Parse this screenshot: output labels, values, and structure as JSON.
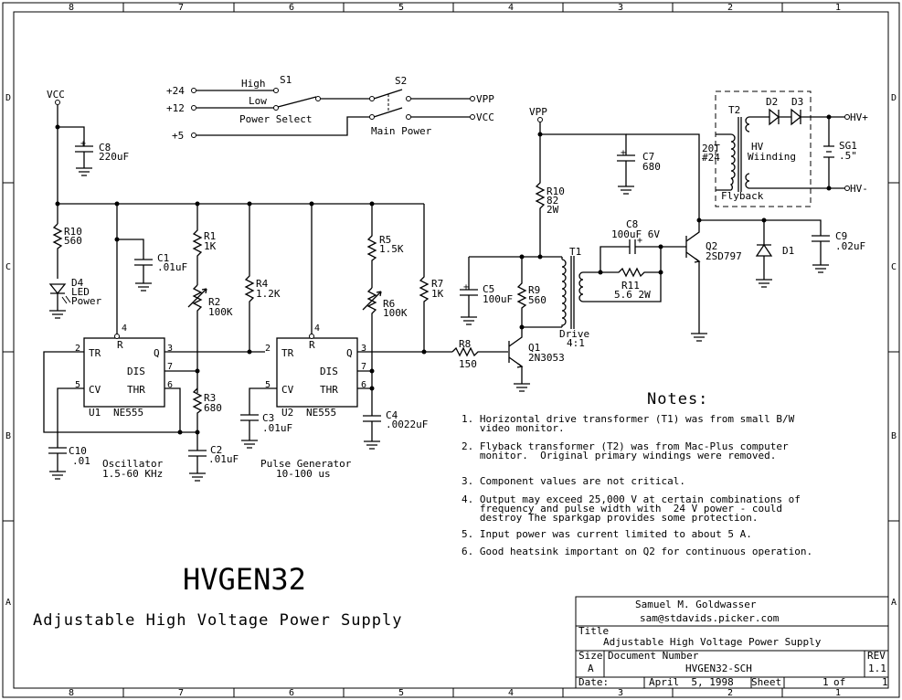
{
  "border": {
    "columns": [
      "8",
      "7",
      "6",
      "5",
      "4",
      "3",
      "2",
      "1"
    ],
    "rows": [
      "D",
      "C",
      "B",
      "A"
    ]
  },
  "nets": {
    "vcc": "VCC",
    "vpp": "VPP",
    "vpp_out": "VPP",
    "vcc_out": "VCC",
    "hv_plus": "HV+",
    "hv_minus": "HV-"
  },
  "switches": {
    "s1": "S1",
    "s2": "S2",
    "high": "High",
    "low": "Low",
    "v24": "+24",
    "v12": "+12",
    "v5": "+5",
    "power_select": "Power Select",
    "main_power": "Main Power"
  },
  "components": {
    "c8": "C8",
    "c8v": "220uF",
    "r10a": "R10",
    "r10av": "560",
    "d4": "D4",
    "d4v1": "LED",
    "d4v2": "Power",
    "c1": "C1",
    "c1v": ".01uF",
    "r1": "R1",
    "r1v": "1K",
    "r2": "R2",
    "r2v": "100K",
    "r3": "R3",
    "r3v": "680",
    "c2": "C2",
    "c2v": ".01uF",
    "c10": "C10",
    "c10v": ".01",
    "r4": "R4",
    "r4v": "1.2K",
    "c3": "C3",
    "c3v": ".01uF",
    "r5": "R5",
    "r5v": "1.5K",
    "r6": "R6",
    "r6v": "100K",
    "c4": "C4",
    "c4v": ".0022uF",
    "r7": "R7",
    "r7v": "1K",
    "r8": "R8",
    "r8v": "150",
    "q1": "Q1",
    "q1v": "2N3053",
    "c5": "C5",
    "c5v": "100uF",
    "r9": "R9",
    "r9v": "560",
    "r10b": "R10",
    "r10bv1": "82",
    "r10bv2": "2W",
    "c7": "C7",
    "c7v": "680",
    "t1": "T1",
    "t1v1": "Drive",
    "t1v2": "4:1",
    "c6": "C8",
    "c6v": "100uF 6V",
    "r11": "R11",
    "r11v": "5.6 2W",
    "q2": "Q2",
    "q2v": "2SD797",
    "d1": "D1",
    "c9": "C9",
    "c9v": ".02uF",
    "t2": "T2",
    "t2v1": "20T",
    "t2v2": "#24",
    "t2v3": "HV",
    "t2v4": "Wiinding",
    "t2v5": "Flyback",
    "d2": "D2",
    "d3": "D3",
    "sg1": "SG1",
    "sg1v": ".5\""
  },
  "ic1": {
    "ref": "U1",
    "part": "NE555",
    "tr": "TR",
    "r": "R",
    "q": "Q",
    "dis": "DIS",
    "cv": "CV",
    "thr": "THR",
    "p2": "2",
    "p3": "3",
    "p4": "4",
    "p5": "5",
    "p6": "6",
    "p7": "7",
    "name": "Oscillator",
    "range": "1.5-60 KHz"
  },
  "ic2": {
    "ref": "U2",
    "part": "NE555",
    "tr": "TR",
    "r": "R",
    "q": "Q",
    "dis": "DIS",
    "cv": "CV",
    "thr": "THR",
    "p2": "2",
    "p3": "3",
    "p4": "4",
    "p5": "5",
    "p6": "6",
    "p7": "7",
    "name": "Pulse Generator",
    "range": "10-100 us"
  },
  "notes": {
    "heading": "Notes:",
    "items": [
      [
        "1. Horizontal drive transformer (T1) was from small B/W",
        "   video monitor."
      ],
      [
        "2. Flyback transformer (T2) was from Mac-Plus computer",
        "   monitor.  Original primary windings were removed."
      ],
      [
        "3. Component values are not critical."
      ],
      [
        "4. Output may exceed 25,000 V at certain combinations of",
        "   frequency and pulse width with  24 V power - could",
        "   destroy The sparkgap provides some protection."
      ],
      [
        "5. Input power was current limited to about 5 A."
      ],
      [
        "6. Good heatsink important on Q2 for continuous operation."
      ]
    ]
  },
  "title": {
    "main": "HVGEN32",
    "sub": "Adjustable High Voltage Power Supply"
  },
  "titleblock": {
    "author": "Samuel M. Goldwasser",
    "email": "sam@stdavids.picker.com",
    "title_label": "Title",
    "title_value": "Adjustable High Voltage Power Supply",
    "size_label": "Size",
    "size_value": "A",
    "docnum_label": "Document Number",
    "docnum_value": "HVGEN32-SCH",
    "rev_label": "REV",
    "rev_value": "1.1",
    "date_label": "Date:",
    "date_value": "April  5, 1998",
    "sheet_label": "Sheet",
    "sheet_value": "1",
    "sheet_of": "of",
    "sheet_total": "1"
  }
}
